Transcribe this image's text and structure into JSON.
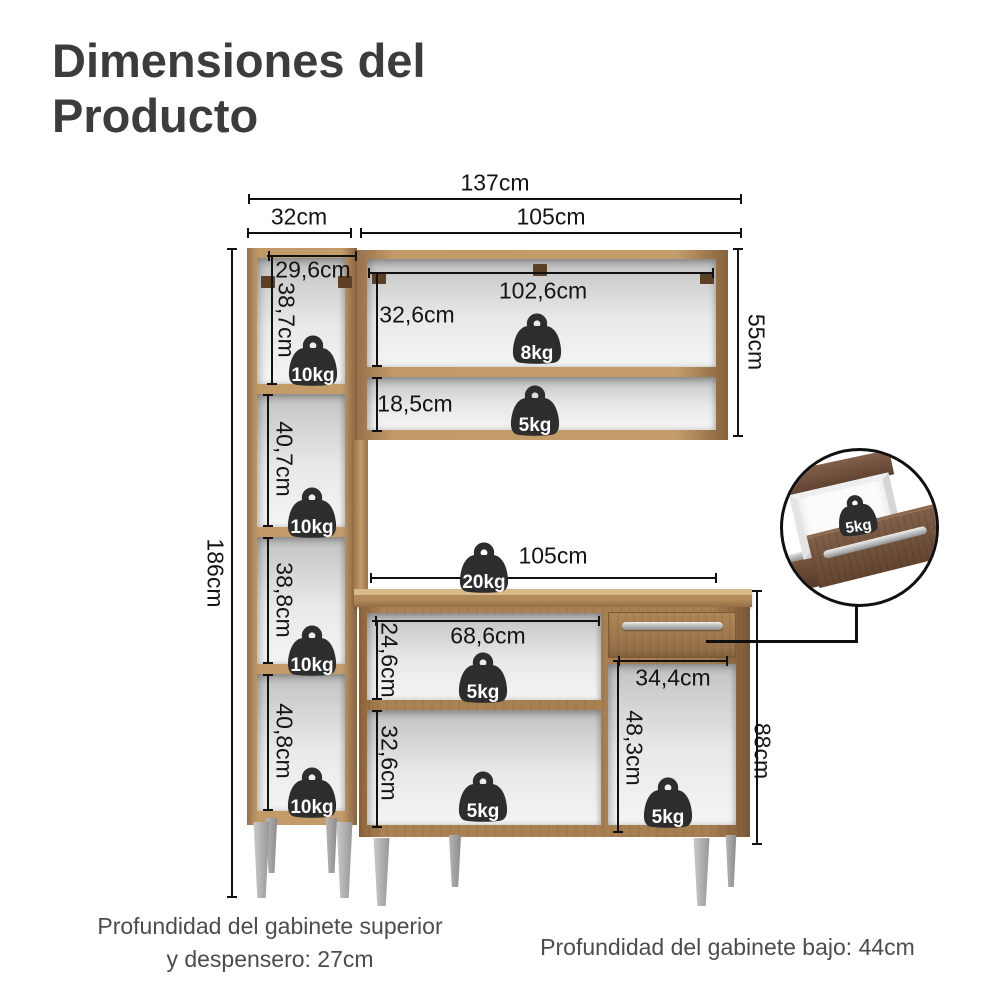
{
  "title": "Dimensiones del Producto",
  "captions": {
    "upper": "Profundidad del gabinete superior y despensero: 27cm",
    "base": "Profundidad del gabinete bajo: 44cm"
  },
  "dimensions": {
    "total_width": "137cm",
    "pantry_width": "32cm",
    "upper_width": "105cm",
    "pantry_inner_width": "29,6cm",
    "upper_inner_width": "102,6cm",
    "upper_top_shelf_height": "32,6cm",
    "upper_bottom_shelf_height": "18,5cm",
    "upper_height": "55cm",
    "pantry_section_1": "38,7cm",
    "pantry_section_2": "40,7cm",
    "pantry_section_3": "38,8cm",
    "pantry_section_4": "40,8cm",
    "total_height": "186cm",
    "base_width": "105cm",
    "base_inner_width": "68,6cm",
    "base_top_shelf_height": "24,6cm",
    "base_bottom_shelf_height": "32,6cm",
    "drawer_bay_width": "34,4cm",
    "drawer_bay_height": "48,3cm",
    "base_height": "88cm"
  },
  "weights": {
    "pantry_1": "10kg",
    "pantry_2": "10kg",
    "pantry_3": "10kg",
    "pantry_4": "10kg",
    "upper_cabinet": "8kg",
    "upper_shelf": "5kg",
    "countertop": "20kg",
    "base_shelf": "5kg",
    "base_bottom": "5kg",
    "drawer_bay": "5kg",
    "drawer_inset": "5kg"
  },
  "colors": {
    "wood": "#ab8254",
    "wood_light": "#c8a06c",
    "wood_dark": "#7c5836",
    "walnut": "#6b4b36",
    "metal": "#b5b5b5",
    "badge": "#2d2d2d",
    "line": "#111111",
    "title_text": "#3c3c3c",
    "caption_text": "#4c4c4c"
  }
}
